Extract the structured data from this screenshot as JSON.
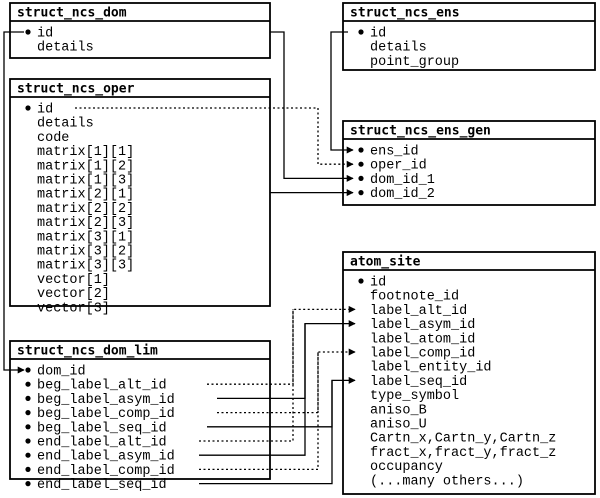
{
  "diagram": {
    "tables": [
      {
        "key": "dom",
        "name": "struct_ncs_dom",
        "fields": [
          {
            "label": "id",
            "key": true
          },
          {
            "label": "details",
            "key": false
          }
        ]
      },
      {
        "key": "ens",
        "name": "struct_ncs_ens",
        "fields": [
          {
            "label": "id",
            "key": true
          },
          {
            "label": "details",
            "key": false
          },
          {
            "label": "point_group",
            "key": false
          }
        ]
      },
      {
        "key": "oper",
        "name": "struct_ncs_oper",
        "fields": [
          {
            "label": "id",
            "key": true
          },
          {
            "label": "details",
            "key": false
          },
          {
            "label": "code",
            "key": false
          },
          {
            "label": "matrix[1][1]",
            "key": false
          },
          {
            "label": "matrix[1][2]",
            "key": false
          },
          {
            "label": "matrix[1][3]",
            "key": false
          },
          {
            "label": "matrix[2][1]",
            "key": false
          },
          {
            "label": "matrix[2][2]",
            "key": false
          },
          {
            "label": "matrix[2][3]",
            "key": false
          },
          {
            "label": "matrix[3][1]",
            "key": false
          },
          {
            "label": "matrix[3][2]",
            "key": false
          },
          {
            "label": "matrix[3][3]",
            "key": false
          },
          {
            "label": "vector[1]",
            "key": false
          },
          {
            "label": "vector[2]",
            "key": false
          },
          {
            "label": "vector[3]",
            "key": false
          }
        ]
      },
      {
        "key": "ensgen",
        "name": "struct_ncs_ens_gen",
        "fields": [
          {
            "label": "ens_id",
            "key": true
          },
          {
            "label": "oper_id",
            "key": true
          },
          {
            "label": "dom_id_1",
            "key": true
          },
          {
            "label": "dom_id_2",
            "key": true
          }
        ]
      },
      {
        "key": "atom",
        "name": "atom_site",
        "fields": [
          {
            "label": "id",
            "key": true
          },
          {
            "label": "footnote_id",
            "key": false
          },
          {
            "label": "label_alt_id",
            "key": false
          },
          {
            "label": "label_asym_id",
            "key": false
          },
          {
            "label": "label_atom_id",
            "key": false
          },
          {
            "label": "label_comp_id",
            "key": false
          },
          {
            "label": "label_entity_id",
            "key": false
          },
          {
            "label": "label_seq_id",
            "key": false
          },
          {
            "label": "type_symbol",
            "key": false
          },
          {
            "label": "aniso_B",
            "key": false
          },
          {
            "label": "aniso_U",
            "key": false
          },
          {
            "label": "Cartn_x,Cartn_y,Cartn_z",
            "key": false
          },
          {
            "label": "fract_x,fract_y,fract_z",
            "key": false
          },
          {
            "label": "occupancy",
            "key": false
          },
          {
            "label": "(...many others...)",
            "key": false
          }
        ]
      },
      {
        "key": "domlim",
        "name": "struct_ncs_dom_lim",
        "fields": [
          {
            "label": "dom_id",
            "key": true
          },
          {
            "label": "beg_label_alt_id",
            "key": true
          },
          {
            "label": "beg_label_asym_id",
            "key": true
          },
          {
            "label": "beg_label_comp_id",
            "key": true
          },
          {
            "label": "beg_label_seq_id",
            "key": true
          },
          {
            "label": "end_label_alt_id",
            "key": true
          },
          {
            "label": "end_label_asym_id",
            "key": true
          },
          {
            "label": "end_label_comp_id",
            "key": true
          },
          {
            "label": "end_label_seq_id",
            "key": true
          }
        ]
      }
    ],
    "links": [
      {
        "from": "ens.id",
        "to": "ensgen.ens_id",
        "style": "solid"
      },
      {
        "from": "oper.id",
        "to": "ensgen.oper_id",
        "style": "dotted"
      },
      {
        "from": "dom.id",
        "to": "ensgen.dom_id_1",
        "style": "solid"
      },
      {
        "from": "dom.id",
        "to": "ensgen.dom_id_2",
        "style": "solid"
      },
      {
        "from": "dom.id",
        "to": "domlim.dom_id",
        "style": "solid"
      },
      {
        "from": "domlim.beg_label_alt_id",
        "to": "atom.label_alt_id",
        "style": "dotted"
      },
      {
        "from": "domlim.end_label_alt_id",
        "to": "atom.label_alt_id",
        "style": "dotted"
      },
      {
        "from": "domlim.beg_label_asym_id",
        "to": "atom.label_asym_id",
        "style": "solid"
      },
      {
        "from": "domlim.end_label_asym_id",
        "to": "atom.label_asym_id",
        "style": "solid"
      },
      {
        "from": "domlim.beg_label_comp_id",
        "to": "atom.label_comp_id",
        "style": "dotted"
      },
      {
        "from": "domlim.end_label_comp_id",
        "to": "atom.label_comp_id",
        "style": "dotted"
      },
      {
        "from": "domlim.beg_label_seq_id",
        "to": "atom.label_seq_id",
        "style": "solid"
      },
      {
        "from": "domlim.end_label_seq_id",
        "to": "atom.label_seq_id",
        "style": "solid"
      }
    ]
  }
}
